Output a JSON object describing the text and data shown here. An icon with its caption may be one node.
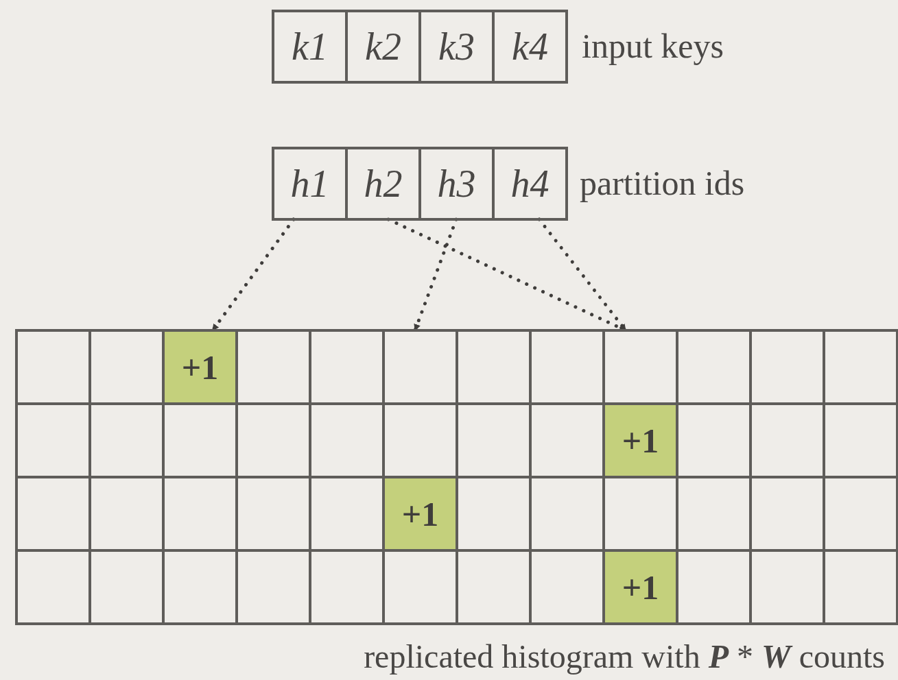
{
  "diagram": {
    "caption": "replicated histogram with **P** * **W** counts",
    "nodes": [
      {
        "text": [
          "k1"
        ]
      },
      {
        "text": [
          "k2"
        ]
      },
      {
        "text": [
          "k3"
        ]
      },
      {
        "text": [
          "k4"
        ]
      },
      {
        "text": [
          "h1"
        ]
      },
      {
        "text": [
          "h2"
        ]
      },
      {
        "text": [
          "h3"
        ]
      },
      {
        "text": [
          "h4"
        ]
      },
      {
        "text": [],
        "shape": "box"
      },
      {
        "text": [],
        "shape": "box"
      },
      {
        "text": [
          "+1"
        ]
      },
      {
        "text": [],
        "shape": "box"
      },
      {
        "text": [],
        "shape": "box"
      },
      {
        "text": [],
        "shape": "box"
      },
      {
        "text": [],
        "shape": "box"
      },
      {
        "text": [],
        "shape": "box"
      },
      {
        "text": [],
        "shape": "box"
      },
      {
        "text": [],
        "shape": "box"
      },
      {
        "text": [],
        "shape": "box"
      },
      {
        "text": [],
        "shape": "box"
      },
      {
        "text": [],
        "shape": "box"
      },
      {
        "text": [],
        "shape": "box"
      },
      {
        "text": [],
        "shape": "box"
      },
      {
        "text": [],
        "shape": "box"
      },
      {
        "text": [],
        "shape": "box"
      },
      {
        "text": [],
        "shape": "box"
      },
      {
        "text": [],
        "shape": "box"
      },
      {
        "text": [],
        "shape": "box"
      },
      {
        "text": [
          "+1"
        ]
      },
      {
        "text": [],
        "shape": "box"
      },
      {
        "text": [],
        "shape": "box"
      },
      {
        "text": [],
        "shape": "box"
      },
      {
        "text": [],
        "shape": "box"
      },
      {
        "text": [],
        "shape": "box"
      },
      {
        "text": [],
        "shape": "box"
      },
      {
        "text": [],
        "shape": "box"
      },
      {
        "text": [],
        "shape": "box"
      },
      {
        "text": [
          "+1"
        ]
      },
      {
        "text": [],
        "shape": "box"
      },
      {
        "text": [],
        "shape": "box"
      },
      {
        "text": [],
        "shape": "box"
      },
      {
        "text": [],
        "shape": "box"
      },
      {
        "text": [],
        "shape": "box"
      },
      {
        "text": [],
        "shape": "box"
      },
      {
        "text": [],
        "shape": "box"
      },
      {
        "text": [],
        "shape": "box"
      },
      {
        "text": [],
        "shape": "box"
      },
      {
        "text": [],
        "shape": "box"
      },
      {
        "text": [],
        "shape": "box"
      },
      {
        "text": [],
        "shape": "box"
      },
      {
        "text": [],
        "shape": "box"
      },
      {
        "text": [],
        "shape": "box"
      },
      {
        "text": [
          "+1"
        ]
      },
      {
        "text": [],
        "shape": "box"
      },
      {
        "text": [],
        "shape": "box"
      },
      {
        "text": [],
        "shape": "box"
      }
    ],
    "edges": [
      {
        "from": 4,
        "to": 10,
        "arrow": "to"
      },
      {
        "from": 5,
        "to": 16,
        "arrow": "to"
      },
      {
        "from": 6,
        "to": 13,
        "arrow": "to"
      },
      {
        "from": 7,
        "to": 16,
        "arrow": "to"
      }
    ],
    "labels": [
      "input keys",
      "partition ids"
    ]
  }
}
